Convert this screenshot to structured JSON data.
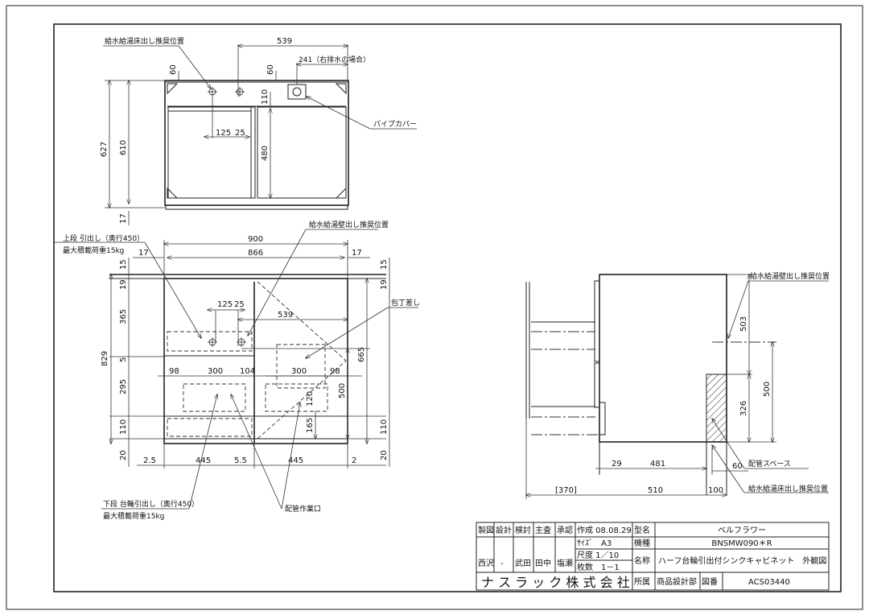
{
  "top_view": {
    "label_floor_supply": "給水給湯床出し推奨位置",
    "label_pipe_cover": "パイプカバー",
    "dims": {
      "w539": "539",
      "w241": "241（右排水の場合）",
      "d60a": "60",
      "d60b": "60",
      "d110": "110",
      "d627": "627",
      "d610": "610",
      "d17": "17",
      "d125": "125",
      "d25": "25",
      "d480": "480"
    }
  },
  "front_view": {
    "label_wall_supply": "給水給湯壁出し推奨位置",
    "label_upper_drawer": "上段 引出し（奥行450）",
    "label_upper_load": "最大積載荷重15kg",
    "label_knife": "包丁差し",
    "label_lower_drawer": "下段 台輪引出し（奥行450）",
    "label_lower_load": "最大積載荷重15kg",
    "label_access": "配管作業口",
    "dims": {
      "w900": "900",
      "w866": "866",
      "l17": "17",
      "r17": "17",
      "l15": "15",
      "r15": "15",
      "l19": "19",
      "r19": "19",
      "h365": "365",
      "h829": "829",
      "h5": "5",
      "h295": "295",
      "l110": "110",
      "r110": "110",
      "l20": "20",
      "r20": "20",
      "h665": "665",
      "h500": "500",
      "h165": "165",
      "h120": "120",
      "w125": "125",
      "w25": "25",
      "w539": "539",
      "w98a": "98",
      "w300a": "300",
      "w104": "104",
      "w300b": "300",
      "w98b": "98",
      "w2_5": "2.5",
      "w445a": "445",
      "w5_5": "5.5",
      "w445b": "445",
      "w2": "2"
    }
  },
  "side_view": {
    "label_wall_supply": "給水給湯壁出し推奨位置",
    "label_pipe_space": "配管スペース",
    "label_floor_supply": "給水給湯床出し推奨位置",
    "dims": {
      "h503": "503",
      "h500": "500",
      "h326": "326",
      "w29": "29",
      "w481": "481",
      "w60": "60",
      "w370": "[370]",
      "w510": "510",
      "w100": "100"
    }
  },
  "title_block": {
    "roles": [
      "製図",
      "設計",
      "検討",
      "主査",
      "承認"
    ],
    "signers": [
      "西沢",
      "-",
      "武田",
      "田中",
      "塩瀬"
    ],
    "created": "作成 08.08.29",
    "size": "ｻｲｽﾞ　A3",
    "scale": "尺度 1／10",
    "sheets": "枚数　1－1",
    "model_name_label": "型名",
    "model_name": "ベルフラワー",
    "model_code_label": "機種",
    "model_code": "BNSMW090＊R",
    "title_label": "名称",
    "title": "ハーフ台輪引出付シンクキャビネット　外観図",
    "company": "ナ ス ラ ッ ク 株 式 会 社",
    "dept_label": "所属",
    "dept": "商品設計部",
    "drawing_no_label": "図番",
    "drawing_no": "ACS03440"
  }
}
